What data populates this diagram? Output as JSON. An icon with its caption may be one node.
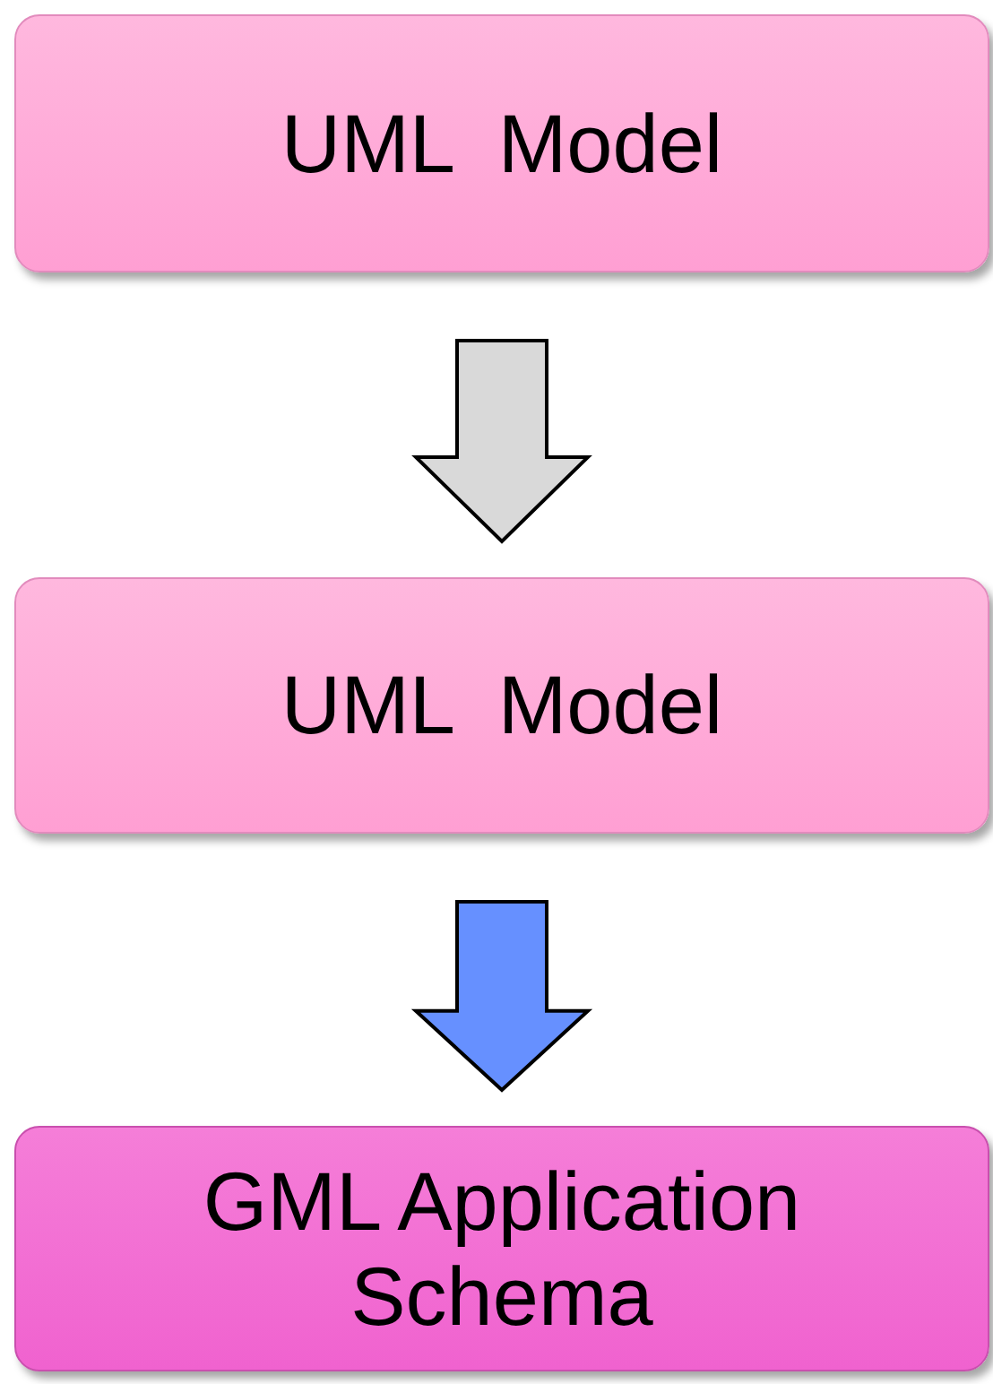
{
  "diagram": {
    "nodes": [
      {
        "text": [
          "UML  Model"
        ]
      },
      {
        "text": [
          "UML  Model"
        ]
      },
      {
        "text": [
          "GML Application Schema"
        ]
      }
    ],
    "edges": [
      {
        "from": 0,
        "to": 1,
        "arrow": "to",
        "color": "#d9d9d9"
      },
      {
        "from": 1,
        "to": 2,
        "arrow": "to",
        "color": "#6690ff"
      }
    ]
  }
}
